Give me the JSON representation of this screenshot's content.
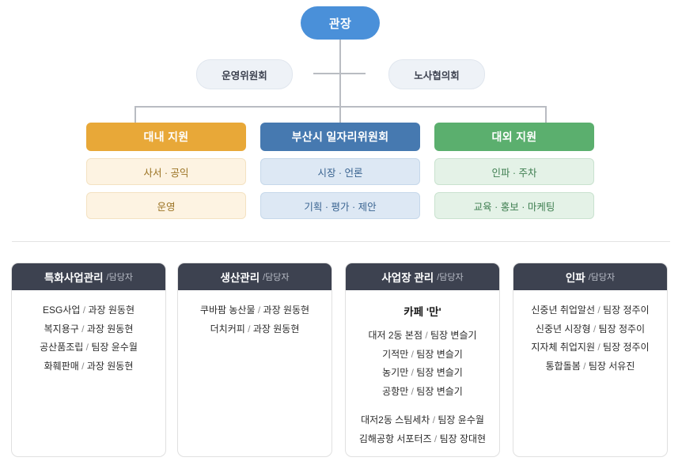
{
  "org": {
    "top_node": {
      "label": "관장"
    },
    "side_nodes": [
      {
        "label": "운영위원회"
      },
      {
        "label": "노사협의회"
      }
    ],
    "departments": [
      {
        "title": "대내 지원",
        "color": "#e8a838",
        "subs": [
          "사서 · 공익",
          "운영"
        ]
      },
      {
        "title": "부산시 일자리위원회",
        "color": "#4679b0",
        "subs": [
          "시장 · 언론",
          "기획 · 평가 · 제안"
        ]
      },
      {
        "title": "대외 지원",
        "color": "#5baf6e",
        "subs": [
          "인파 · 주차",
          "교육 · 홍보 · 마케팅"
        ]
      }
    ]
  },
  "cards": [
    {
      "title": "특화사업관리",
      "subtitle": "/담당자",
      "groups": [
        {
          "heading": "",
          "entries": [
            {
              "name": "ESG사업",
              "sep": "/",
              "who": "과장 원동현"
            },
            {
              "name": "복지용구",
              "sep": "/",
              "who": "과장 원동현"
            },
            {
              "name": "공산품조립",
              "sep": "/",
              "who": "팀장 윤수월"
            },
            {
              "name": "화훼판매",
              "sep": "/",
              "who": "과장 원동현"
            }
          ]
        }
      ]
    },
    {
      "title": "생산관리",
      "subtitle": "/담당자",
      "groups": [
        {
          "heading": "",
          "entries": [
            {
              "name": "쿠바팜 농산물",
              "sep": "/",
              "who": "과장 원동현"
            },
            {
              "name": "더치커피",
              "sep": "/",
              "who": "과장 원동현"
            }
          ]
        }
      ]
    },
    {
      "title": "사업장 관리",
      "subtitle": "/담당자",
      "groups": [
        {
          "heading": "카페 '만'",
          "entries": [
            {
              "name": "대저 2동 본점",
              "sep": "/",
              "who": "팀장 변슬기"
            },
            {
              "name": "기적만",
              "sep": "/",
              "who": "팀장 변슬기"
            },
            {
              "name": "농기만",
              "sep": "/",
              "who": "팀장 변슬기"
            },
            {
              "name": "공항만",
              "sep": "/",
              "who": "팀장 변슬기"
            }
          ]
        },
        {
          "heading": "",
          "entries": [
            {
              "name": "대저2동 스팀세차",
              "sep": "/",
              "who": "팀장 윤수월"
            },
            {
              "name": "김해공항 서포터즈",
              "sep": "/",
              "who": "팀장 장대현"
            }
          ]
        }
      ]
    },
    {
      "title": "인파",
      "subtitle": "/담당자",
      "groups": [
        {
          "heading": "",
          "entries": [
            {
              "name": "신중년 취업알선",
              "sep": "/",
              "who": "팀장 정주이"
            },
            {
              "name": "신중년 시장형",
              "sep": "/",
              "who": "팀장 정주이"
            },
            {
              "name": "지자체 취업지원",
              "sep": "/",
              "who": "팀장 정주이"
            },
            {
              "name": "통합돌봄",
              "sep": "/",
              "who": "팀장 서유진"
            }
          ]
        }
      ]
    }
  ]
}
